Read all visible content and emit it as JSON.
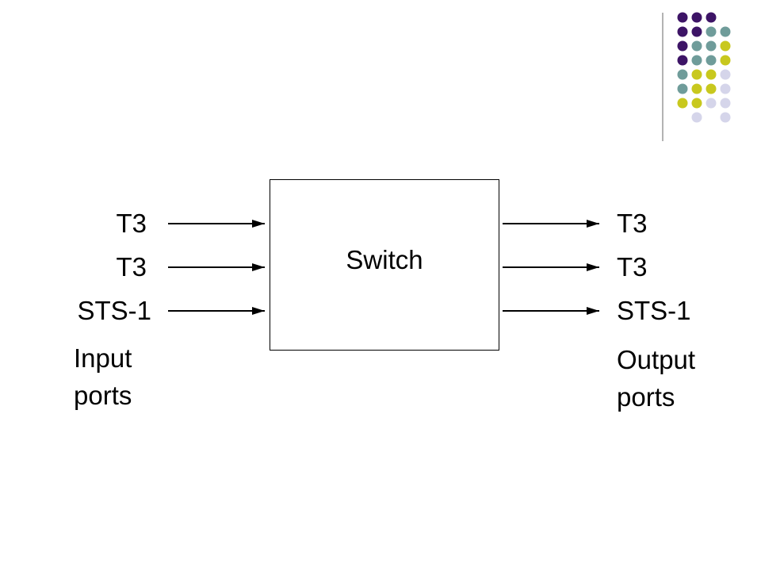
{
  "switch_label": "Switch",
  "input_ports": [
    "T3",
    "T3",
    "STS-1"
  ],
  "output_ports": [
    "T3",
    "T3",
    "STS-1"
  ],
  "input_caption": "Input\nports",
  "output_caption": "Output\nports",
  "colors": {
    "purple": "#3d1466",
    "teal": "#6f9c9a",
    "yellow": "#c8c81e",
    "lavender": "#d5d5ea",
    "divider": "#9a9a9a"
  },
  "decor_dots": [
    [
      "purple",
      "purple",
      "purple",
      null
    ],
    [
      "purple",
      "purple",
      "teal",
      "teal"
    ],
    [
      "purple",
      "teal",
      "teal",
      "yellow"
    ],
    [
      "purple",
      "teal",
      "teal",
      "yellow"
    ],
    [
      "teal",
      "yellow",
      "yellow",
      "lavender"
    ],
    [
      "teal",
      "yellow",
      "yellow",
      "lavender"
    ],
    [
      "yellow",
      "yellow",
      "lavender",
      "lavender"
    ],
    [
      null,
      "lavender",
      null,
      "lavender"
    ]
  ]
}
